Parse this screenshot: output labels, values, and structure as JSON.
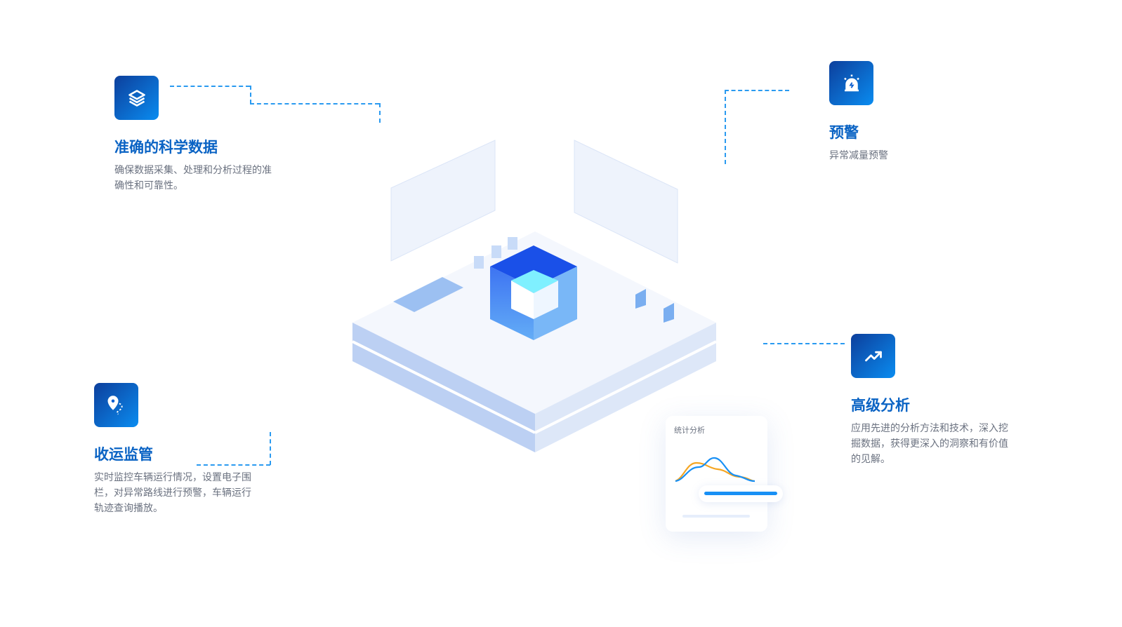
{
  "features": [
    {
      "title": "准确的科学数据",
      "desc": "确保数据采集、处理和分析过程的准确性和可靠性。",
      "icon": "layers-icon"
    },
    {
      "title": "预警",
      "desc": "异常减量预警",
      "icon": "alarm-icon"
    },
    {
      "title": "高级分析",
      "desc": "应用先进的分析方法和技术，深入挖掘数据，获得更深入的洞察和有价值的见解。",
      "icon": "trend-icon"
    },
    {
      "title": "收运监管",
      "desc": "实时监控车辆运行情况，设置电子围栏，对异常路线进行预警，车辆运行轨迹查询播放。",
      "icon": "location-icon"
    }
  ],
  "card": {
    "label": "统计分析"
  },
  "colors": {
    "accent": "#0a63c4",
    "line": "#2a9af0",
    "orange": "#f5a623"
  }
}
